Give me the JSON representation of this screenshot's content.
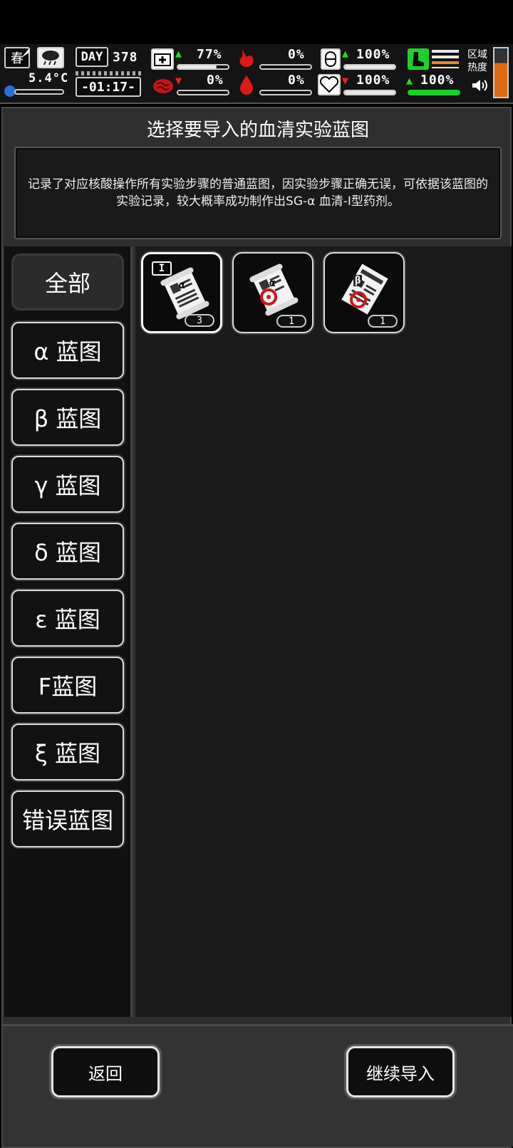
{
  "hud": {
    "season": "春",
    "temperature": "5.4°C",
    "day_label": "DAY",
    "day_number": "378",
    "clock": "-01:17-",
    "stats": {
      "health": {
        "value": "77%",
        "level": 0.77
      },
      "stomach": {
        "value": "0%",
        "level": 0.0
      },
      "immunity": {
        "value": "100%",
        "level": 1.0
      },
      "brain": {
        "value": "0%",
        "level": 0.0
      },
      "blood": {
        "value": "0%",
        "level": 0.0
      },
      "heart": {
        "value": "100%",
        "level": 1.0
      },
      "stamina": {
        "value": "100%",
        "level": 1.0
      }
    },
    "zone_label": "区域热度"
  },
  "dialog": {
    "title": "选择要导入的血清实验蓝图",
    "description": "记录了对应核酸操作所有实验步骤的普通蓝图，因实验步骤正确无误，可依据该蓝图的实验记录，较大概率成功制作出SG-α 血清-I型药剂。"
  },
  "tabs": [
    {
      "label": "全部",
      "selected": true
    },
    {
      "label": "α 蓝图"
    },
    {
      "label": "β 蓝图"
    },
    {
      "label": "γ 蓝图"
    },
    {
      "label": "δ 蓝图"
    },
    {
      "label": "ε 蓝图"
    },
    {
      "label": "F蓝图"
    },
    {
      "label": "ξ 蓝图"
    },
    {
      "label": "错误蓝图"
    }
  ],
  "items": [
    {
      "icon": "alpha-blueprint-scroll-icon",
      "tag": "I",
      "greek": "α",
      "count": "3",
      "selected": true
    },
    {
      "icon": "alpha-blueprint-biohazard-icon",
      "greek": "α",
      "count": "1"
    },
    {
      "icon": "beta-blueprint-biohazard-icon",
      "greek": "β",
      "count": "1"
    }
  ],
  "footer": {
    "back_label": "返回",
    "import_label": "继续导入"
  }
}
